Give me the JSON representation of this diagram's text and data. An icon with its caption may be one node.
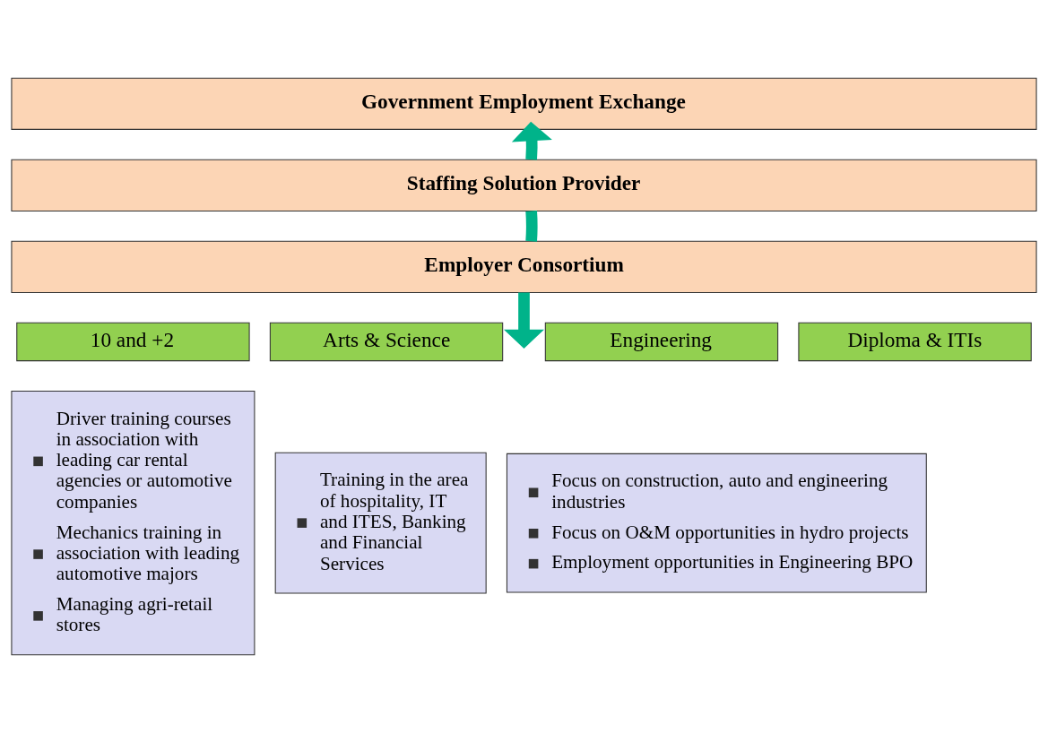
{
  "diagram": {
    "nodes": [
      {
        "text": [
          "Government Employment Exchange"
        ]
      },
      {
        "text": [
          "Staffing Solution Provider"
        ]
      },
      {
        "text": [
          "Employer Consortium"
        ]
      },
      {
        "text": [
          "10 and +2"
        ]
      },
      {
        "text": [
          "Arts & Science"
        ]
      },
      {
        "text": [
          "Engineering"
        ]
      },
      {
        "text": [
          "Diploma & ITIs"
        ]
      },
      {
        "text": [
          "Driver training courses in association with leading car rental agencies or automotive companies",
          "Mechanics training in association with leading automotive majors",
          "Managing agri-retail stores"
        ]
      },
      {
        "text": [
          "Training in the area of hospitality, IT and ITES, Banking and Financial Services"
        ]
      },
      {
        "text": [
          "Focus on construction, auto and engineering industries",
          "Focus on O&M opportunities in hydro projects",
          "Employment opportunities in Engineering BPO"
        ]
      }
    ],
    "edges": [
      {
        "from": 1,
        "to": 0,
        "arrow": "to"
      },
      {
        "from": 1,
        "to": 2,
        "arrow": "none"
      },
      {
        "from": 2,
        "to": null,
        "arrow": "to"
      }
    ]
  }
}
